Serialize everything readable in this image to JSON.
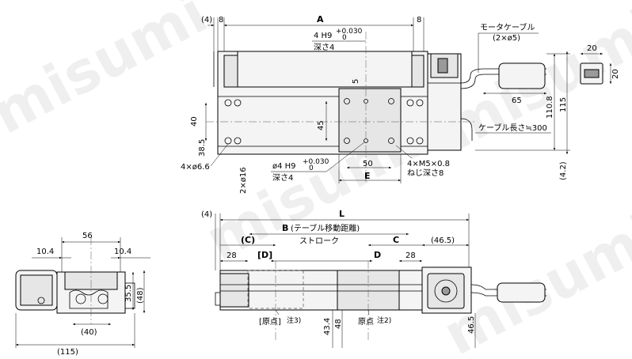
{
  "watermark": "misumi",
  "top_view": {
    "dim_4": "(4)",
    "dim_8_left": "8",
    "dim_A": "A",
    "dim_8_right": "8",
    "hole_spec_line1": "4 H9",
    "hole_tol_plus": "+0.030",
    "hole_tol_zero": "0",
    "hole_spec_line2": "深さ4",
    "motor_cable_label": "モータケーブル",
    "motor_cable_count": "(2×ø5)",
    "dim_5": "5",
    "dim_40": "40",
    "dim_45": "45",
    "dim_38_5": "38.5",
    "dim_65": "65",
    "dim_110_8": "110.8",
    "dim_115": "115",
    "cable_length": "ケーブル長さ≒300",
    "holes_66": "4×ø6.6",
    "holes_16": "2×ø16",
    "pin_spec_line1": "ø4 H9",
    "pin_tol_plus": "+0.030",
    "pin_tol_zero": "0",
    "pin_spec_line2": "深さ4",
    "dim_50": "50",
    "dim_E": "E",
    "tap_spec_line1": "4×M5×0.8",
    "tap_spec_line2": "ねじ深さ8",
    "dim_4_2": "(4.2)"
  },
  "connector_view": {
    "dim_20_top": "20",
    "dim_20_side": "20"
  },
  "front_view": {
    "dim_4": "(4)",
    "dim_L": "L",
    "dim_B": "B",
    "dim_B_note": "(テーブル移動距離)",
    "dim_C_left": "(C)",
    "dim_C_right": "C",
    "dim_46_5_top": "(46.5)",
    "dim_28_left": "28",
    "dim_D_left": "[D]",
    "stroke_label": "ストローク",
    "dim_D_right": "D",
    "dim_28_right": "28",
    "origin_left": "[原点]",
    "origin_left_note": "注3)",
    "origin_right": "原点",
    "origin_right_note": "注2)",
    "dim_43_4": "43.4",
    "dim_48": "48",
    "dim_46_5": "46.5"
  },
  "side_view": {
    "dim_56": "56",
    "dim_10_4_left": "10.4",
    "dim_10_4_right": "10.4",
    "dim_35_5": "35.5",
    "dim_48": "(48)",
    "dim_40": "(40)",
    "dim_115": "(115)"
  }
}
